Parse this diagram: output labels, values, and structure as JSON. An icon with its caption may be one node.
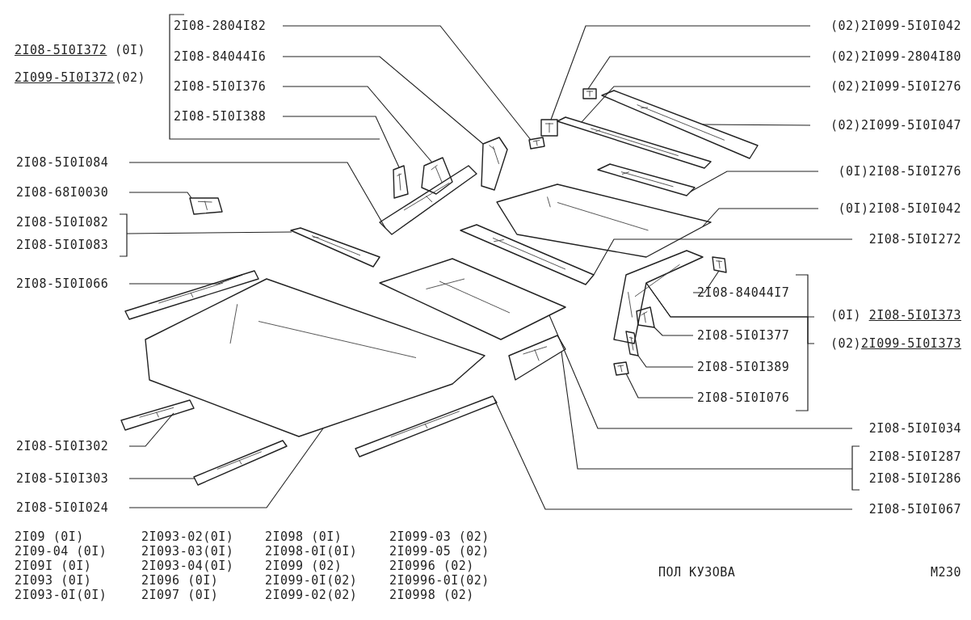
{
  "diagram": {
    "nodes": [
      {
        "text": [
          "2I08-2804I82"
        ]
      },
      {
        "text": [
          "2I08-84044I6"
        ]
      },
      {
        "text": [
          "2I08-5I0I376"
        ]
      },
      {
        "text": [
          "2I08-5I0I388"
        ]
      },
      {
        "text": [
          "2I08-5I0I084"
        ]
      },
      {
        "text": [
          "2I08-68I0030"
        ]
      },
      {
        "text": [
          "2I08-5I0I082"
        ]
      },
      {
        "text": [
          "2I08-5I0I083"
        ]
      },
      {
        "text": [
          "2I08-5I0I066"
        ]
      },
      {
        "text": [
          "2I08-5I0I302"
        ]
      },
      {
        "text": [
          "2I08-5I0I303"
        ]
      },
      {
        "text": [
          "2I08-5I0I024"
        ]
      },
      {
        "text": [
          "(02)2I099-5I0I042"
        ]
      },
      {
        "text": [
          "(02)2I099-2804I80"
        ]
      },
      {
        "text": [
          "(02)2I099-5I0I276"
        ]
      },
      {
        "text": [
          "(02)2I099-5I0I047"
        ]
      },
      {
        "text": [
          "(0I)2I08-5I0I276"
        ]
      },
      {
        "text": [
          "(0I)2I08-5I0I042"
        ]
      },
      {
        "text": [
          "2I08-5I0I272"
        ]
      },
      {
        "text": [
          "2I08-84044I7"
        ]
      },
      {
        "text": [
          "(0I) 2I08-5I0I373"
        ]
      },
      {
        "text": [
          "(02)2I099-5I0I373"
        ]
      },
      {
        "text": [
          "2I08-5I0I377"
        ]
      },
      {
        "text": [
          "2I08-5I0I389"
        ]
      },
      {
        "text": [
          "2I08-5I0I076"
        ]
      },
      {
        "text": [
          "2I08-5I0I034"
        ]
      },
      {
        "text": [
          "2I08-5I0I287"
        ]
      },
      {
        "text": [
          "2I08-5I0I286"
        ]
      },
      {
        "text": [
          "2I08-5I0I067"
        ]
      },
      {
        "text": [],
        "shape": "picture"
      },
      {
        "text": [],
        "shape": "picture"
      },
      {
        "text": [],
        "shape": "picture"
      },
      {
        "text": [],
        "shape": "picture"
      },
      {
        "text": [],
        "shape": "picture"
      },
      {
        "text": [],
        "shape": "picture"
      },
      {
        "text": [],
        "shape": "picture"
      },
      {
        "text": [],
        "shape": "picture"
      },
      {
        "text": [],
        "shape": "picture"
      },
      {
        "text": [],
        "shape": "picture"
      },
      {
        "text": [],
        "shape": "picture"
      },
      {
        "text": [],
        "shape": "picture"
      },
      {
        "text": [],
        "shape": "picture"
      },
      {
        "text": [],
        "shape": "picture"
      },
      {
        "text": [],
        "shape": "picture"
      },
      {
        "text": [],
        "shape": "picture"
      },
      {
        "text": [],
        "shape": "picture"
      },
      {
        "text": [],
        "shape": "picture"
      },
      {
        "text": [],
        "shape": "picture"
      },
      {
        "text": [],
        "shape": "picture"
      },
      {
        "text": [],
        "shape": "picture"
      },
      {
        "text": [],
        "shape": "picture"
      },
      {
        "text": [],
        "shape": "picture"
      },
      {
        "text": [],
        "shape": "picture"
      },
      {
        "text": [],
        "shape": "picture"
      },
      {
        "text": [],
        "shape": "picture"
      }
    ],
    "edges": [
      {
        "from": 0,
        "to": 29,
        "arrow": "none"
      },
      {
        "from": 1,
        "to": 30,
        "arrow": "none"
      },
      {
        "from": 2,
        "to": 31,
        "arrow": "none"
      },
      {
        "from": 3,
        "to": 32,
        "arrow": "none"
      },
      {
        "from": 4,
        "to": 33,
        "arrow": "none"
      },
      {
        "from": 5,
        "to": 34,
        "arrow": "none"
      },
      {
        "from": 6,
        "to": 35,
        "arrow": "none"
      },
      {
        "from": 7,
        "to": 35,
        "arrow": "none"
      },
      {
        "from": 8,
        "to": 36,
        "arrow": "none"
      },
      {
        "from": 9,
        "to": 37,
        "arrow": "none"
      },
      {
        "from": 10,
        "to": 38,
        "arrow": "none"
      },
      {
        "from": 11,
        "to": 39,
        "arrow": "none"
      },
      {
        "from": 12,
        "to": 40,
        "arrow": "none"
      },
      {
        "from": 13,
        "to": 41,
        "arrow": "none"
      },
      {
        "from": 14,
        "to": 42,
        "arrow": "none"
      },
      {
        "from": 15,
        "to": 43,
        "arrow": "none"
      },
      {
        "from": 16,
        "to": 44,
        "arrow": "none"
      },
      {
        "from": 17,
        "to": 45,
        "arrow": "none"
      },
      {
        "from": 18,
        "to": 46,
        "arrow": "none"
      },
      {
        "from": 19,
        "to": 49,
        "arrow": "none"
      },
      {
        "from": 20,
        "to": 48,
        "arrow": "none"
      },
      {
        "from": 21,
        "to": 48,
        "arrow": "none"
      },
      {
        "from": 22,
        "to": 50,
        "arrow": "none"
      },
      {
        "from": 23,
        "to": 51,
        "arrow": "none"
      },
      {
        "from": 24,
        "to": 52,
        "arrow": "none"
      },
      {
        "from": 25,
        "to": 47,
        "arrow": "none"
      },
      {
        "from": 26,
        "to": 53,
        "arrow": "none"
      },
      {
        "from": 27,
        "to": 53,
        "arrow": "none"
      },
      {
        "from": 28,
        "to": 54,
        "arrow": "none"
      }
    ],
    "labels": [
      "2I08-5I0I372 (0I)",
      "2I099-5I0I372(02)",
      "2I09 (0I)",
      "2I093-02(0I)",
      "2I098 (0I)",
      "2I099-03 (02)",
      "2I09-04 (0I)",
      "2I093-03(0I)",
      "2I098-0I(0I)",
      "2I099-05 (02)",
      "2I09I (0I)",
      "2I093-04(0I)",
      "2I099 (02)",
      "2I0996 (02)",
      "2I093 (0I)",
      "2I096 (0I)",
      "2I099-0I(02)",
      "2I0996-0I(02)",
      "2I093-0I(0I)",
      "2I097 (0I)",
      "2I099-02(02)",
      "2I0998 (02)",
      "ПОЛ КУЗОВА",
      "M230"
    ]
  }
}
